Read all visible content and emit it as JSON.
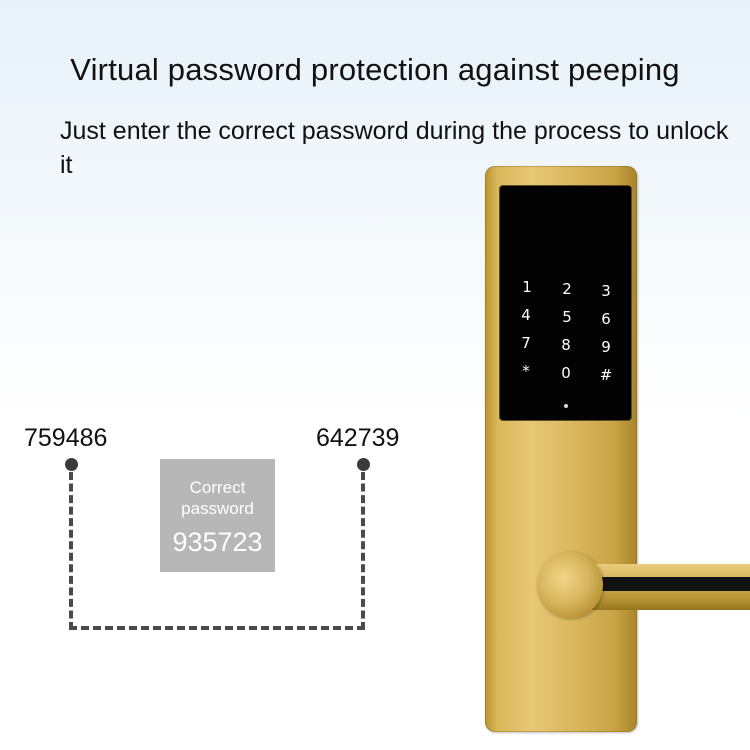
{
  "title": "Virtual password protection against peeping",
  "subtitle": "Just enter the correct password during the process to unlock it",
  "left_password": "759486",
  "right_password": "642739",
  "correct_box": {
    "label": "Correct password",
    "value": "935723"
  },
  "keypad": {
    "keys": [
      "1",
      "2",
      "3",
      "4",
      "5",
      "6",
      "7",
      "8",
      "9",
      "*",
      "0",
      "#"
    ]
  },
  "colors": {
    "lock_body": "#d8b65c",
    "keypad_panel": "#030303",
    "correct_box": "#b7b7b7",
    "dash_line": "#4a4a4a"
  }
}
